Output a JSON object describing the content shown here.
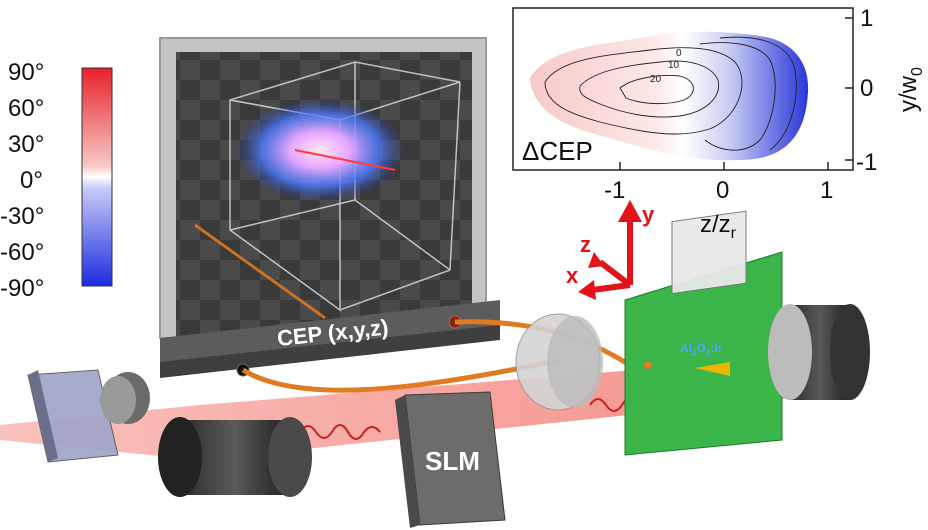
{
  "colorbar": {
    "ticks": [
      "90°",
      "60°",
      "30°",
      "0°",
      "-30°",
      "-60°",
      "-90°"
    ]
  },
  "monitor": {
    "label": "CEP (x,y,z)"
  },
  "inset": {
    "label": "ΔCEP",
    "x_ticks": [
      "-1",
      "0",
      "1"
    ],
    "y_ticks": [
      "1",
      "0",
      "-1"
    ],
    "xlabel_main": "z/z",
    "xlabel_sub": "r",
    "ylabel_main": "y/w",
    "ylabel_sub": "0",
    "contour_labels": [
      "0",
      "10",
      "20"
    ]
  },
  "axes": {
    "x": "x",
    "y": "y",
    "z": "z"
  },
  "slm": {
    "label": "SLM"
  },
  "sample": {
    "label_main": "Al",
    "label_sub1": "2",
    "label_mid": "O",
    "label_sub2": "3",
    "label_end": ":Ir"
  },
  "colors": {
    "positive": "#e8202a",
    "negative": "#1f2ee0",
    "sample_plate": "#3bb54a",
    "axis_arrow": "#e3131b",
    "beam": "#f2685f",
    "cable": "#e07b22"
  }
}
